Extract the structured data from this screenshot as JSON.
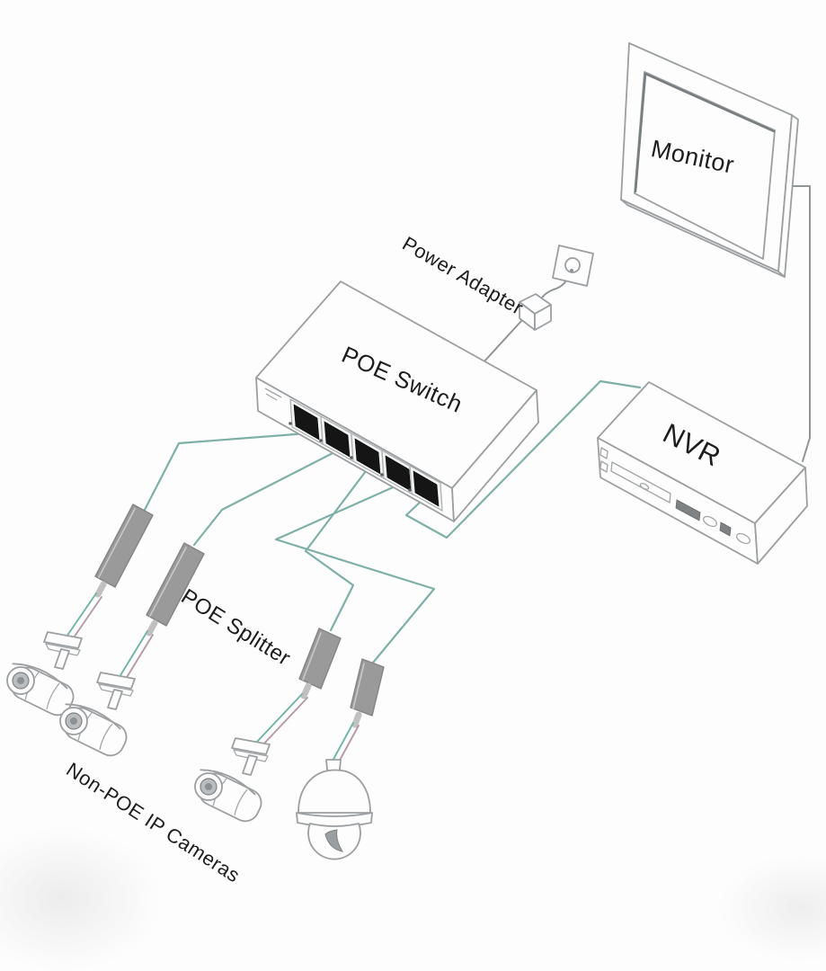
{
  "colors": {
    "background": "#fdfdfd",
    "outline": "#9b9fa2",
    "outline_dark": "#787d80",
    "text": "#1d1d1f",
    "ethernet_cable": "#7fb0a8",
    "power_cable": "#8f9496",
    "camera_cable_teal": "#6fb3a8",
    "camera_cable_mauve": "#b49aa6",
    "splitter_fill": "#9a9a9a",
    "splitter_edge": "#848484",
    "port_fill": "#151515",
    "connector_fill": "#c0c0c0"
  },
  "labels": {
    "monitor": "Monitor",
    "power_adapter": "Power Adapter",
    "poe_switch": "POE Switch",
    "nvr": "NVR",
    "poe_splitter": "POE Splitter",
    "non_poe_cameras": "Non-POE IP Cameras"
  },
  "devices": [
    {
      "id": "monitor",
      "label": "Monitor"
    },
    {
      "id": "nvr",
      "label": "NVR"
    },
    {
      "id": "poe-switch",
      "label": "POE Switch",
      "ports": 5
    },
    {
      "id": "power-adapter",
      "label": "Power Adapter"
    },
    {
      "id": "wall-outlet"
    },
    {
      "id": "poe-splitter",
      "label": "POE Splitter",
      "count": 4
    },
    {
      "id": "non-poe-ip-cameras",
      "label": "Non-POE IP Cameras",
      "bullet_count": 3,
      "dome_count": 1
    }
  ],
  "connections": [
    {
      "from": "poe-switch-port-1",
      "to": "poe-splitter-1",
      "type": "ethernet"
    },
    {
      "from": "poe-switch-port-2",
      "to": "poe-splitter-2",
      "type": "ethernet"
    },
    {
      "from": "poe-switch-port-3",
      "to": "poe-splitter-3",
      "type": "ethernet"
    },
    {
      "from": "poe-switch-port-4",
      "to": "poe-splitter-4",
      "type": "ethernet"
    },
    {
      "from": "poe-switch-port-5",
      "to": "nvr",
      "type": "ethernet"
    },
    {
      "from": "poe-splitter-1",
      "to": "bullet-camera-1",
      "type": "power-data"
    },
    {
      "from": "poe-splitter-2",
      "to": "bullet-camera-2",
      "type": "power-data"
    },
    {
      "from": "poe-splitter-3",
      "to": "bullet-camera-3",
      "type": "power-data"
    },
    {
      "from": "poe-splitter-4",
      "to": "dome-camera",
      "type": "power-data"
    },
    {
      "from": "wall-outlet",
      "to": "power-adapter",
      "type": "power"
    },
    {
      "from": "power-adapter",
      "to": "poe-switch",
      "type": "power"
    },
    {
      "from": "monitor",
      "to": "nvr",
      "type": "video"
    }
  ]
}
